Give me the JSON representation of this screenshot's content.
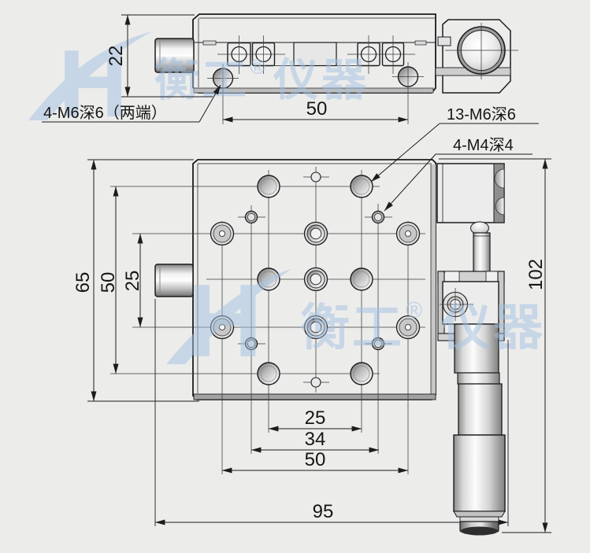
{
  "drawing": {
    "callouts": {
      "side_holes": "4-M6深6（两端）",
      "top_holes": "13-M6深6",
      "small_holes": "4-M4深4"
    },
    "dims": {
      "body_height": "22",
      "side_hole_span": "50",
      "plate_size": "65",
      "hole_row_span": "50",
      "hole_side_span": "25",
      "col_span_inner": "25",
      "col_span_mid": "34",
      "col_span_outer": "50",
      "overall_length": "95",
      "overall_height": "102"
    }
  },
  "watermark": {
    "logo": "H",
    "brand_left": "衡工",
    "registered": "®",
    "brand_right": "仪器"
  },
  "colors": {
    "background": "#ececeb",
    "line_color": "#1c1c1c",
    "part_fill": "#eaeaea",
    "watermark_blue": "#a3c2e2"
  }
}
